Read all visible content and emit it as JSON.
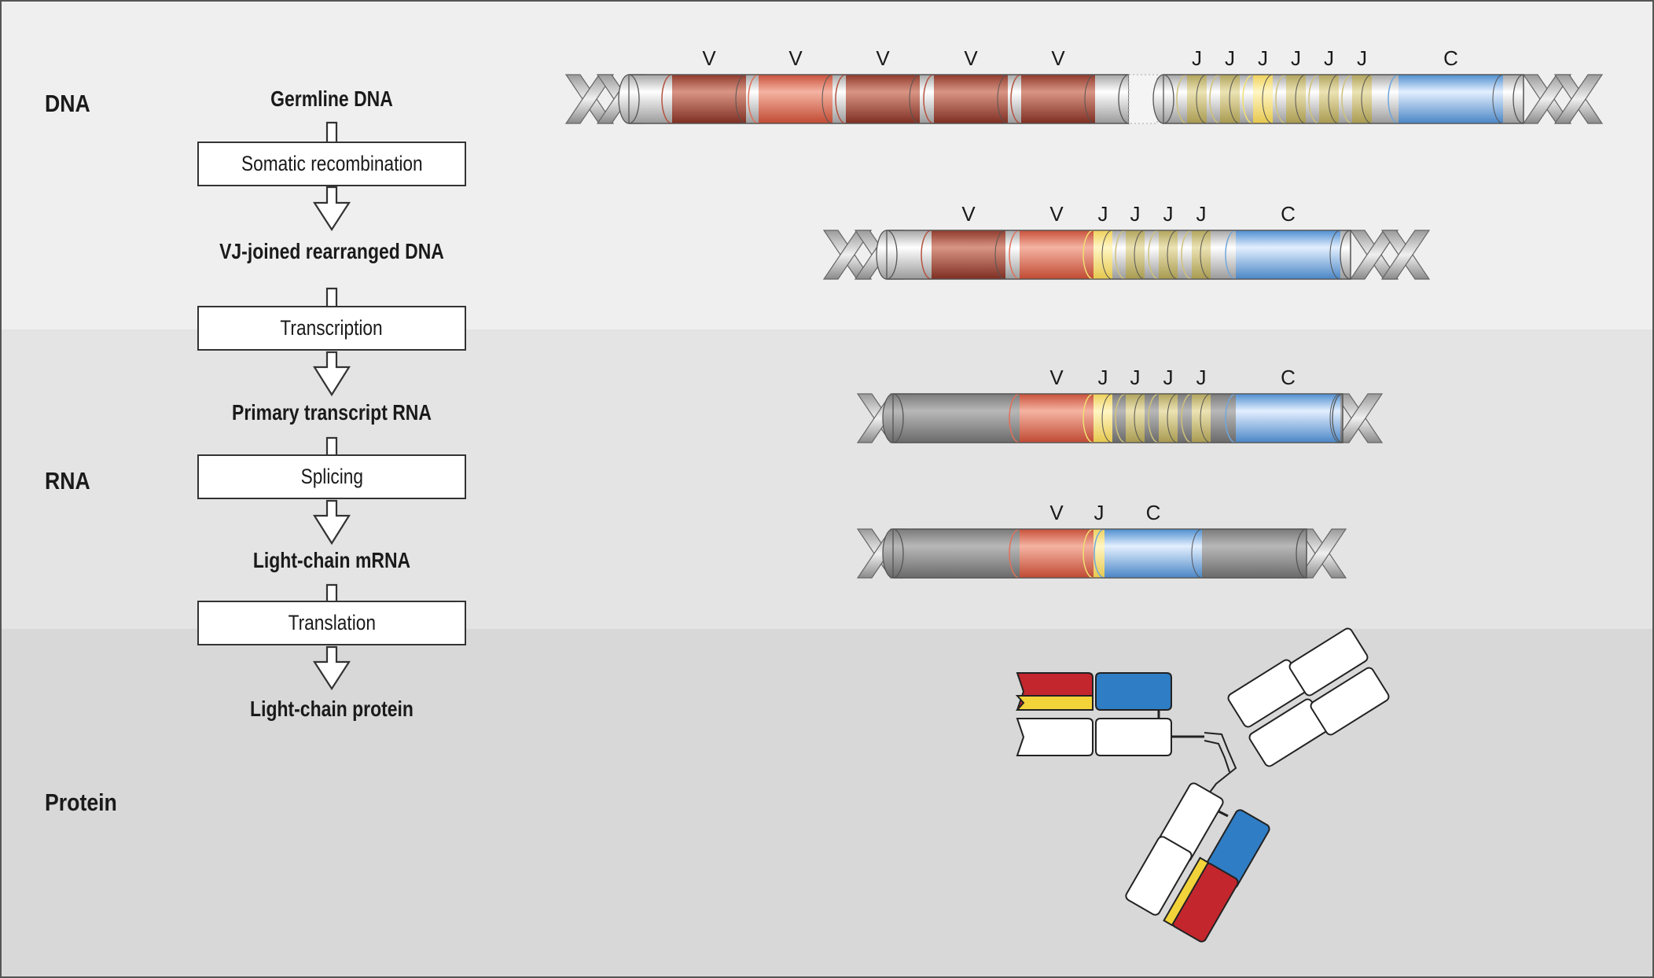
{
  "sections": {
    "dna": "DNA",
    "rna": "RNA",
    "protein": "Protein"
  },
  "stages": {
    "germline": "Germline DNA",
    "rearranged": "VJ-joined rearranged DNA",
    "primary": "Primary transcript RNA",
    "mrna": "Light-chain mRNA",
    "protein": "Light-chain protein"
  },
  "steps": {
    "recombination": "Somatic recombination",
    "transcription": "Transcription",
    "splicing": "Splicing",
    "translation": "Translation"
  },
  "segment_letters": {
    "v": "V",
    "j": "J",
    "c": "C"
  },
  "colors": {
    "v_segment": "#b5523f",
    "v_joined": "#e0715a",
    "j_segment": "#cfc27a",
    "j_joined": "#f2e070",
    "c_segment": "#6fa6dc",
    "protein_red": "#c4262e",
    "protein_yellow": "#f3d33a",
    "protein_blue": "#2f7dc4"
  }
}
